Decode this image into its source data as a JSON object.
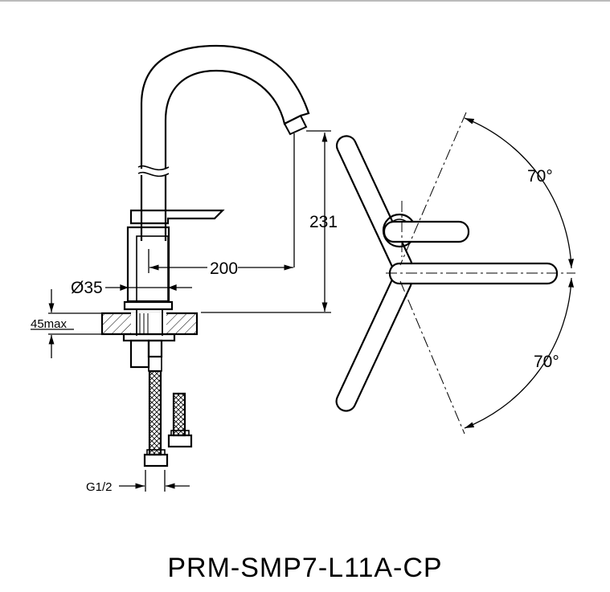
{
  "dimensions": {
    "height": "231",
    "reach": "200",
    "diameter": "Ø35",
    "thickness": "45max",
    "thread": "G1/2",
    "angle_top": "70°",
    "angle_bottom": "70°"
  },
  "model_code": "PRM-SMP7-L11A-CP"
}
